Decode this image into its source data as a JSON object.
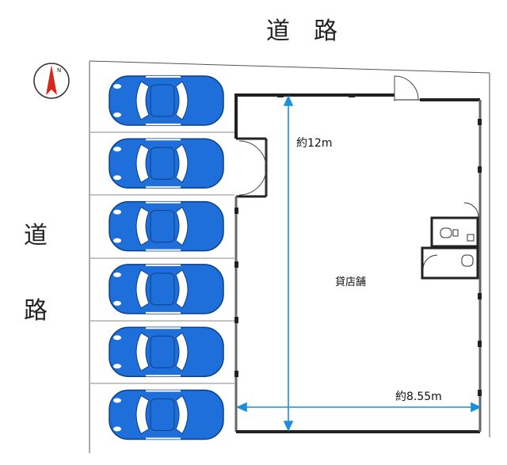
{
  "road": {
    "top_chars": [
      "道",
      "路"
    ],
    "left_chars": [
      "道",
      "路"
    ]
  },
  "compass": {
    "label": "N"
  },
  "dimensions": {
    "vertical": "約12m",
    "horizontal": "約8.55m"
  },
  "store": {
    "label": "貸店舗"
  },
  "parking": {
    "cars": [
      1,
      2,
      3,
      4,
      5,
      6
    ],
    "car_color": "#1e6fd9"
  },
  "colors": {
    "wall": "#222222",
    "dimension_line": "#1a8fe0",
    "compass_arrow": "#d42a1e"
  }
}
